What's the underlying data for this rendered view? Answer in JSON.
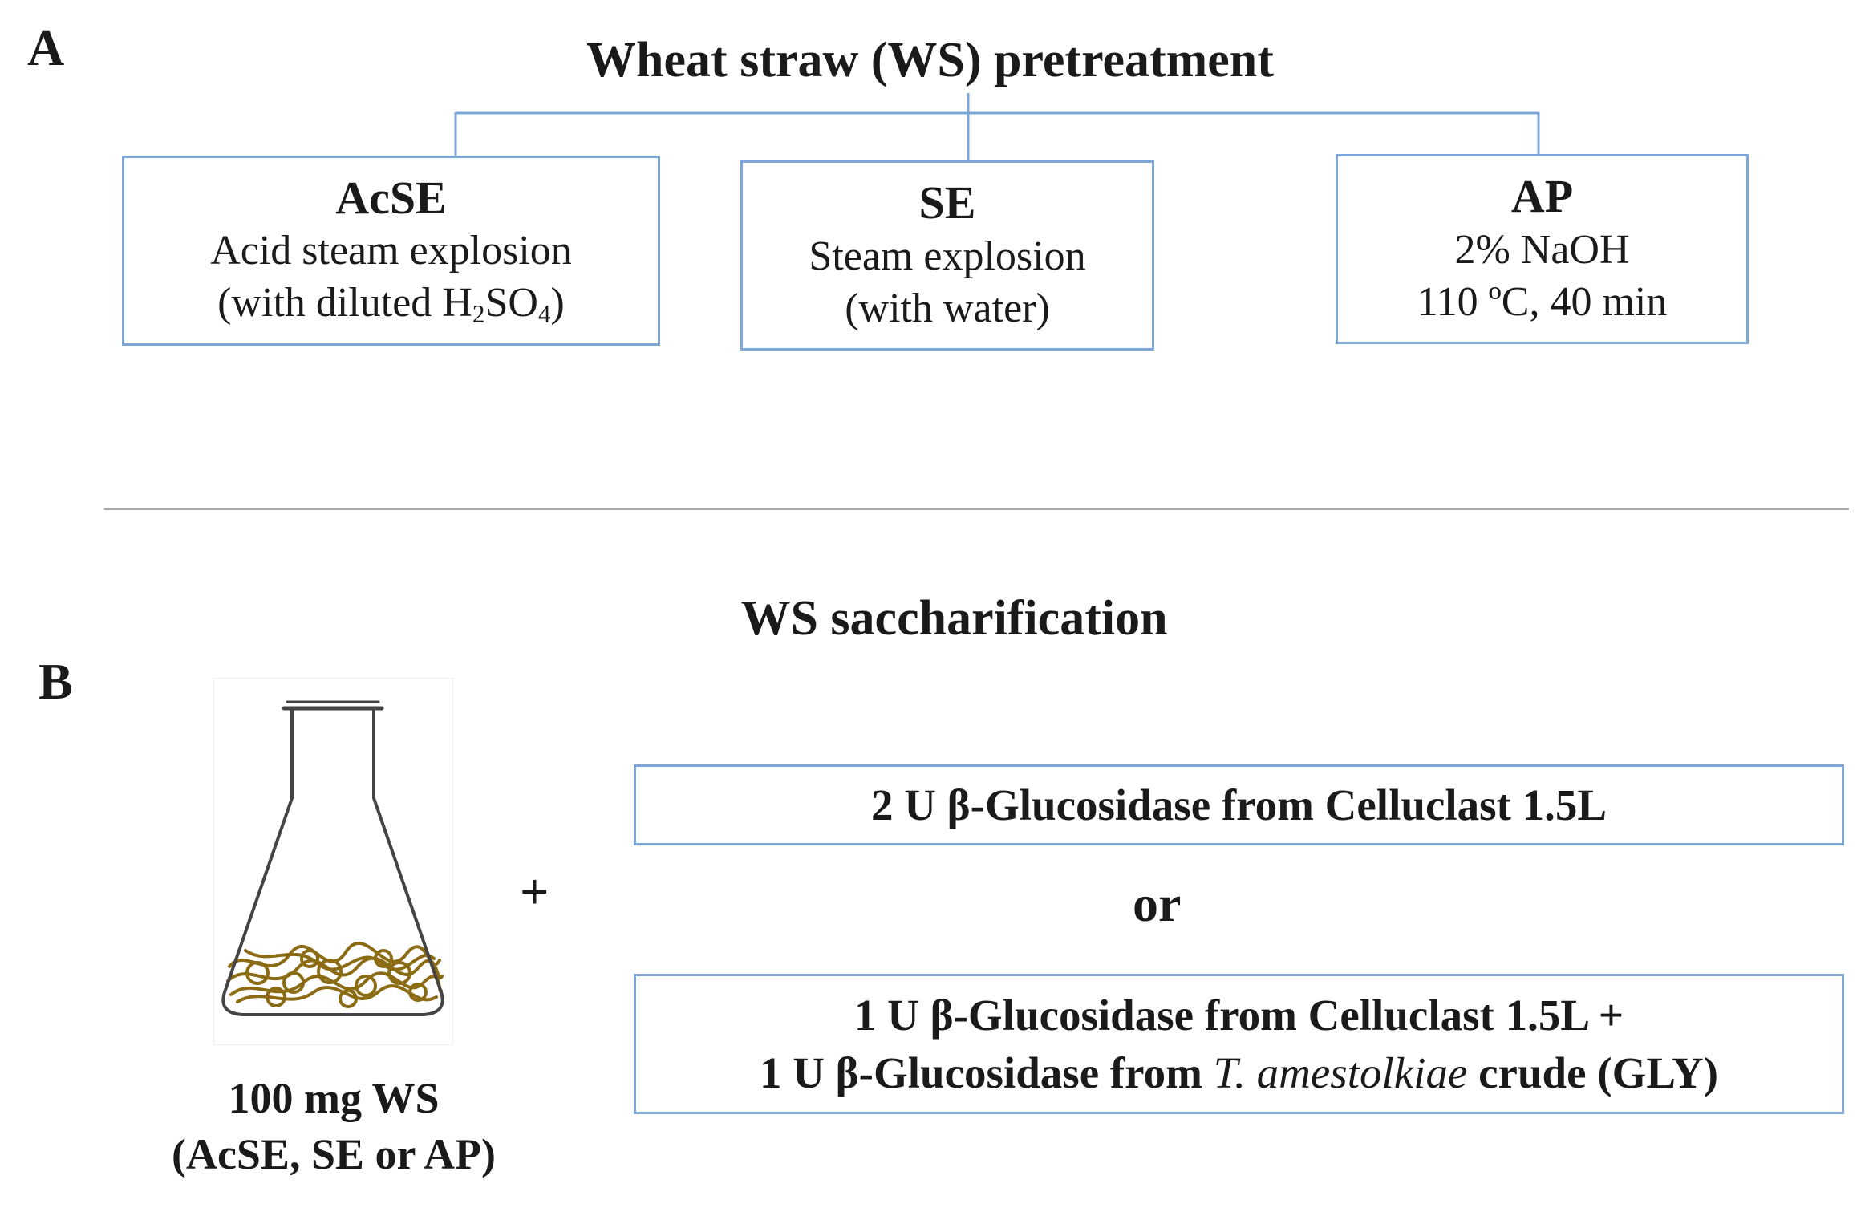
{
  "panel_a": {
    "letter": "A",
    "title": "Wheat straw (WS) pretreatment",
    "boxes": [
      {
        "title": "AcSE",
        "line1": "Acid steam explosion",
        "line2_pre": "(with diluted H",
        "sub1": "2",
        "line2_mid": "SO",
        "sub2": "4",
        "line2_post": ")"
      },
      {
        "title": "SE",
        "line1": "Steam explosion",
        "line2": "(with water)"
      },
      {
        "title": "AP",
        "line1": "2% NaOH",
        "line2": "110 ºC, 40 min"
      }
    ]
  },
  "panel_b": {
    "letter": "B",
    "title": "WS saccharification",
    "sample_line1": "100 mg WS",
    "sample_line2": "(AcSE, SE or AP)",
    "plus": "+",
    "or": "or",
    "option1": "2 U β-Glucosidase from Celluclast 1.5L",
    "option2_line1": "1 U β-Glucosidase from Celluclast 1.5L +",
    "option2_line2_pre": "1 U β-Glucosidase from ",
    "option2_line2_italic": "T. amestolkiae",
    "option2_line2_post": " crude (GLY)"
  },
  "colors": {
    "box_border": "#7ea7d8",
    "connector": "#7ea7d8",
    "divider": "#a6a6a6",
    "straw": "#8b6b14"
  }
}
